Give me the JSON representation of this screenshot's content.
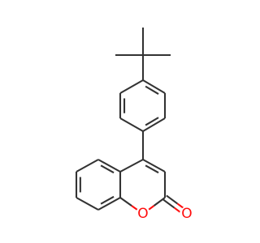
{
  "colors": {
    "background": "#ffffff",
    "bond": "#333333",
    "oxygen": "#ff0d0d"
  },
  "atoms": {
    "ring_oxygen": {
      "symbol": "O",
      "element": "oxygen"
    },
    "carbonyl_oxygen": {
      "symbol": "O",
      "element": "oxygen"
    }
  }
}
